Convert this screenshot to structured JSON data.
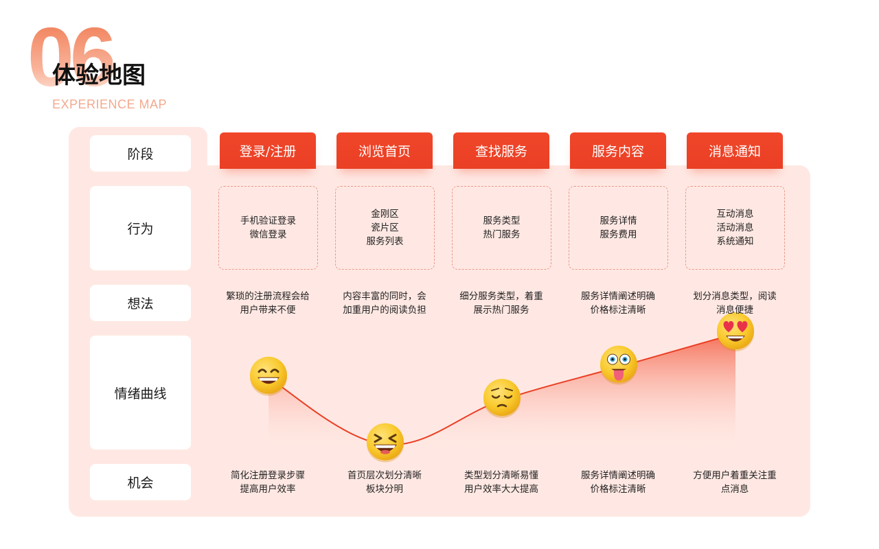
{
  "header": {
    "number": "06",
    "title": "体验地图",
    "subtitle": "EXPERIENCE MAP"
  },
  "rows": {
    "stage": "阶段",
    "behavior": "行为",
    "thought": "想法",
    "emotion": "情绪曲线",
    "opportunity": "机会"
  },
  "stages": [
    {
      "name": "登录/注册",
      "behaviors": [
        "手机验证登录",
        "微信登录"
      ],
      "thoughts": [
        "繁琐的注册流程会给",
        "用户带来不便"
      ],
      "emoji": "grinning-face-smiling-eyes",
      "opportunities": [
        "简化注册登录步骤",
        "提高用户效率"
      ]
    },
    {
      "name": "浏览首页",
      "behaviors": [
        "金刚区",
        "瓷片区",
        "服务列表"
      ],
      "thoughts": [
        "内容丰富的同时，会",
        "加重用户的阅读负担"
      ],
      "emoji": "tired-face",
      "opportunities": [
        "首页层次划分清晰",
        "板块分明"
      ]
    },
    {
      "name": "查找服务",
      "behaviors": [
        "服务类型",
        "热门服务"
      ],
      "thoughts": [
        "细分服务类型，着重",
        "展示热门服务"
      ],
      "emoji": "pensive-face",
      "opportunities": [
        "类型划分清晰易懂",
        "用户效率大大提高"
      ]
    },
    {
      "name": "服务内容",
      "behaviors": [
        "服务详情",
        "服务费用"
      ],
      "thoughts": [
        "服务详情阐述明确",
        "价格标注清晰"
      ],
      "emoji": "zany-tongue-face",
      "opportunities": [
        "服务详情阐述明确",
        "价格标注清晰"
      ]
    },
    {
      "name": "消息通知",
      "behaviors": [
        "互动消息",
        "活动消息",
        "系统通知"
      ],
      "thoughts": [
        "划分消息类型，阅读",
        "消息便捷"
      ],
      "emoji": "heart-eyes-face",
      "opportunities": [
        "方便用户着重关注重",
        "点消息"
      ]
    }
  ],
  "colors": {
    "accent": "#ea3f24",
    "panel": "#ffe8e3",
    "dashed_border": "#e89a8a",
    "emoji_yellow": "#f7c72a"
  },
  "chart_data": {
    "type": "line",
    "categories": [
      "登录/注册",
      "浏览首页",
      "查找服务",
      "服务内容",
      "消息通知"
    ],
    "values": [
      4,
      1,
      3,
      4.5,
      6
    ],
    "ylim": [
      0,
      6.5
    ],
    "grid": false
  }
}
